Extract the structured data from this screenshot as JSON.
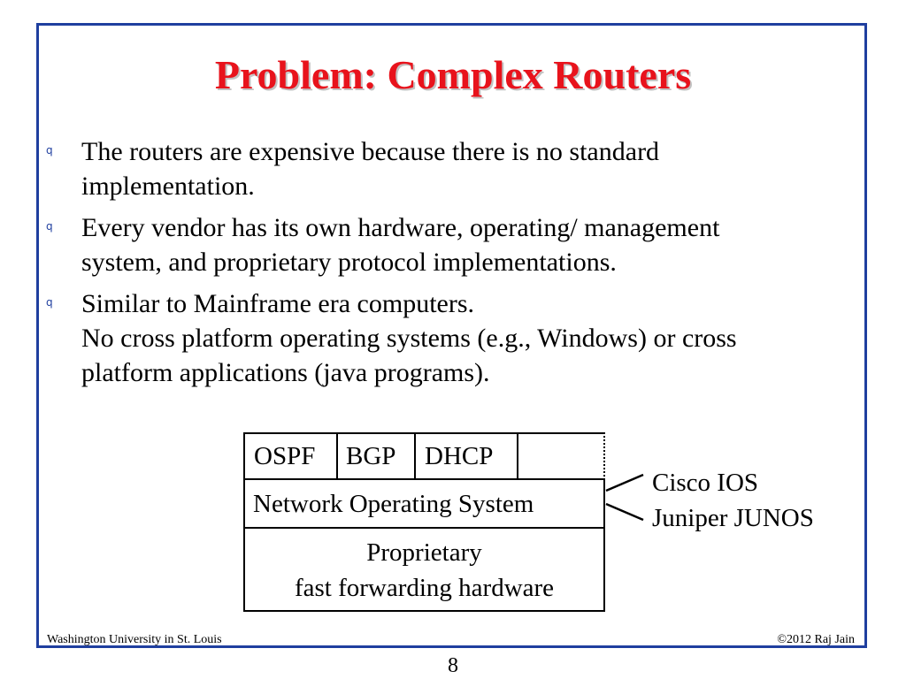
{
  "slide": {
    "title": "Problem: Complex Routers",
    "bullet_marker": "q",
    "bullets": [
      {
        "lines": [
          "The routers are expensive because there is no standard",
          "implementation."
        ]
      },
      {
        "lines": [
          "Every vendor has its own hardware, operating/ management",
          "system, and proprietary protocol implementations."
        ]
      },
      {
        "lines": [
          "Similar to Mainframe era computers.",
          "No cross platform operating systems (e.g., Windows) or cross",
          "platform applications (java programs)."
        ]
      }
    ]
  },
  "diagram": {
    "protocols": [
      "OSPF",
      "BGP",
      "DHCP"
    ],
    "nos_label": "Network Operating System",
    "hardware_line1": "Proprietary",
    "hardware_line2": "fast forwarding hardware",
    "examples": [
      "Cisco IOS",
      "Juniper JUNOS"
    ]
  },
  "footer": {
    "left": "Washington University in St. Louis",
    "right": "©2012 Raj Jain",
    "page_number": "8"
  }
}
